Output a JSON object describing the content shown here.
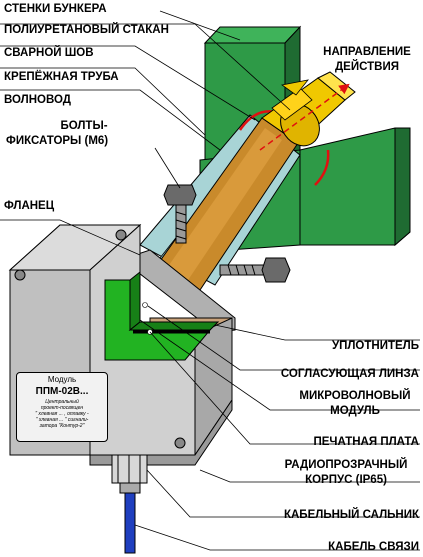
{
  "labels": {
    "bunker_walls": "СТЕНКИ БУНКЕРА",
    "poly_cup": "ПОЛИУРЕТАНОВЫЙ СТАКАН",
    "weld_seam": "СВАРНОЙ ШОВ",
    "mount_pipe": "КРЕПЁЖНАЯ ТРУБА",
    "waveguide": "ВОЛНОВОД",
    "bolts_1": "БОЛТЫ-",
    "bolts_2": "ФИКСАТОРЫ (М6)",
    "flange": "ФЛАНЕЦ",
    "direction_1": "НАПРАВЛЕНИЕ",
    "direction_2": "ДЕЙСТВИЯ",
    "seal": "УПЛОТНИТЕЛЬ",
    "lens": "СОГЛАСУЮЩАЯ ЛИНЗА",
    "mw_module_1": "МИКРОВОЛНОВЫЙ",
    "mw_module_2": "МОДУЛЬ",
    "pcb": "ПЕЧАТНАЯ ПЛАТА",
    "housing_1": "РАДИОПРОЗРАЧНЫЙ",
    "housing_2": "КОРПУС (IP65)",
    "gland": "КАБЕЛЬНЫЙ САЛЬНИК",
    "cable": "КАБЕЛЬ СВЯЗИ"
  },
  "plate": {
    "title": "Модуль",
    "model": "ППМ-02В...",
    "line1": "Центральный",
    "line2": "проект-посвящен",
    "line3": "\" хлевная ...  ,  оплавку -",
    "line4": "\" хлевная ...  \" сигнали-",
    "line5": "затора  \"Контур-2\""
  },
  "colors": {
    "wall_green": "#2e9a47",
    "wall_dark": "#1f6b32",
    "pipe_cyan": "#a8d4d6",
    "waveguide_brown": "#c98a2b",
    "cup_yellow": "#f0c800",
    "housing_gray": "#c9c9c9",
    "module_green": "#22b322",
    "weld_red": "#e01010",
    "cable_blue": "#1f3fbf"
  }
}
